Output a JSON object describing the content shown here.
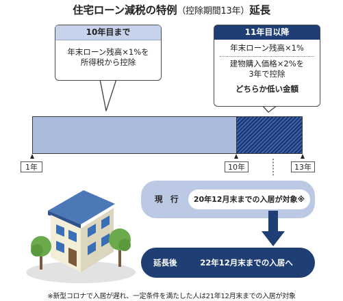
{
  "title": {
    "main": "住宅ローン減税の特例",
    "sub": "（控除期間13年）",
    "suffix": "延長"
  },
  "box_left": {
    "header": "10年目まで",
    "line1": "年末ローン残高×1%を",
    "line2": "所得税から控除"
  },
  "box_right": {
    "header": "11年目以降",
    "line1": "年末ローン残高×1%",
    "line2": "建物購入価格×2%を",
    "line3": "3年で控除",
    "line4": "どちらか低い金額"
  },
  "timeline": {
    "year_start": "1年",
    "year_mid": "10年",
    "year_end": "13年"
  },
  "current": {
    "label": "現　行",
    "text": "20年12月末までの入居が対象※"
  },
  "extended": {
    "label": "延長後",
    "text": "22年12月末までの入居へ"
  },
  "footnote": "※新型コロナで入居が遅れ、一定条件を満たした人は21年12月末までの入居が対象",
  "colors": {
    "navy": "#1f3f74",
    "light_blue": "#aabbde",
    "pill_light": "#bcc9e4"
  }
}
